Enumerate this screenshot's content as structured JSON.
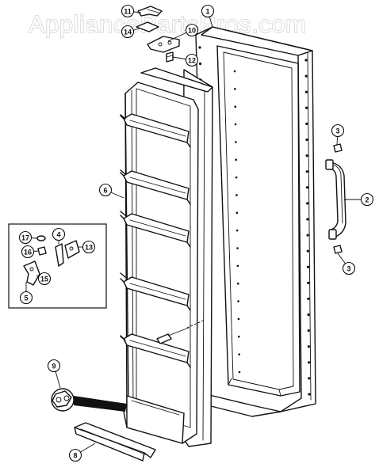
{
  "watermark": "AppliancePartsPros.com",
  "callouts": {
    "c1": "1",
    "c2": "2",
    "c3a": "3",
    "c3b": "3",
    "c4": "4",
    "c5": "5",
    "c6": "6",
    "c8": "8",
    "c9": "9",
    "c10": "10",
    "c11": "11",
    "c12": "12",
    "c13": "13",
    "c14": "14",
    "c15": "15",
    "c16": "16",
    "c17": "17"
  }
}
